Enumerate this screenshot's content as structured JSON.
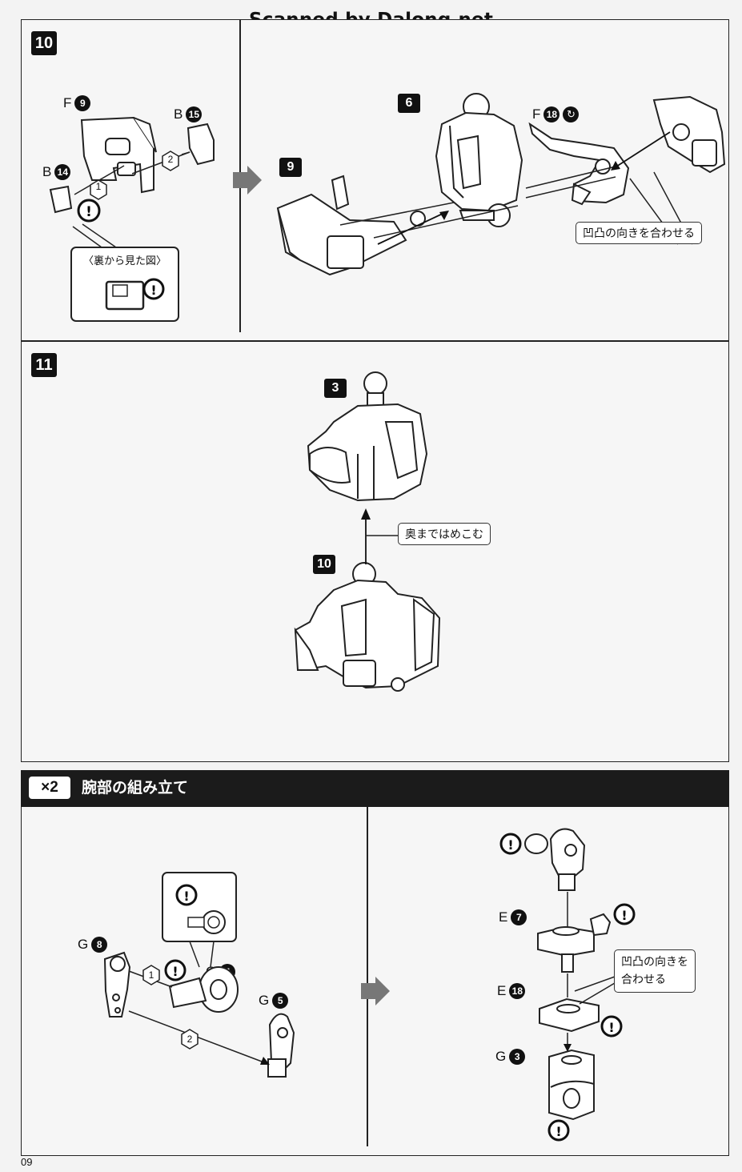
{
  "watermark": "Scanned by Dalong.net",
  "step10": {
    "number": "10",
    "parts": {
      "f9": "F",
      "f9_no": "9",
      "b15": "B",
      "b15_no": "15",
      "b14": "B",
      "b14_no": "14"
    },
    "order": {
      "one": "1",
      "two": "2"
    },
    "back_view": "〈裏から見た図〉",
    "subassembly_9": "9",
    "subassembly_6": "6",
    "f18": "F",
    "f18_no": "18",
    "align_note": "凹凸の向きを合わせる"
  },
  "step11": {
    "number": "11",
    "subassembly_3": "3",
    "subassembly_10": "10",
    "push_note": "奥まではめこむ"
  },
  "arm_section": {
    "multiplier": "×2",
    "title": "腕部の組み立て",
    "g8": "G",
    "g8_no": "8",
    "g4": "G",
    "g4_no": "4",
    "g5": "G",
    "g5_no": "5",
    "order": {
      "one": "1",
      "two": "2"
    },
    "e7": "E",
    "e7_no": "7",
    "e18": "E",
    "e18_no": "18",
    "g3": "G",
    "g3_no": "3",
    "align_note_line1": "凹凸の向きを",
    "align_note_line2": "合わせる"
  },
  "page_number": "09",
  "colors": {
    "ink": "#111111",
    "paper": "#f6f6f6",
    "header": "#1b1b1b"
  }
}
